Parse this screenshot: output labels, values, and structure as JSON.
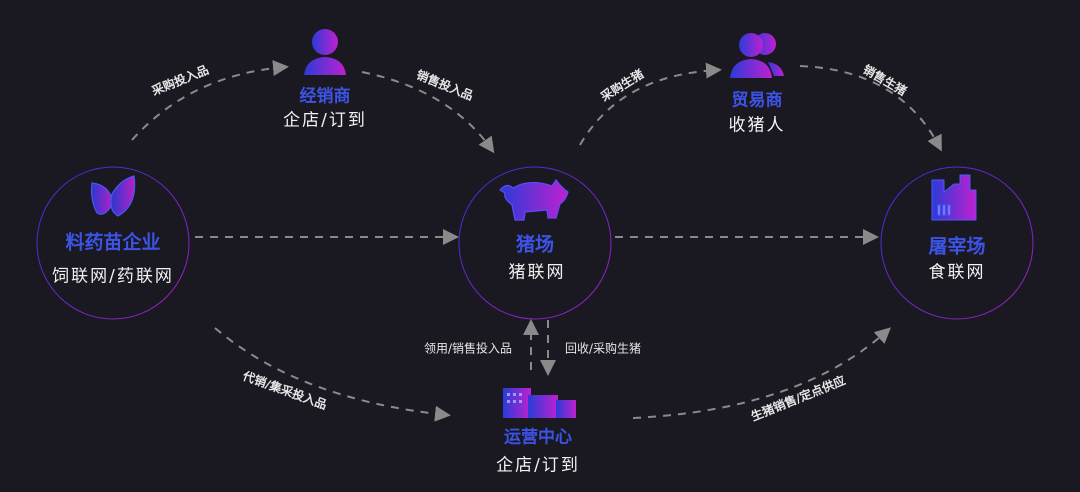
{
  "colors": {
    "background": "#1a1820",
    "title": "#3d53e6",
    "line": "#8a8a8a",
    "circle_start": "#3a2fd8",
    "circle_end": "#a020c0"
  },
  "nodes": {
    "feed": {
      "title": "料药苗企业",
      "subtitle": "饲联网/药联网",
      "icon": "leaf-icon"
    },
    "farm": {
      "title": "猪场",
      "subtitle": "猪联网",
      "icon": "pig-icon"
    },
    "slaughter": {
      "title": "屠宰场",
      "subtitle": "食联网",
      "icon": "factory-icon"
    },
    "dealer": {
      "title": "经销商",
      "subtitle": "企店/订到",
      "icon": "person-icon"
    },
    "trader": {
      "title": "贸易商",
      "subtitle": "收猪人",
      "icon": "people-icon"
    },
    "ops": {
      "title": "运营中心",
      "subtitle": "企店/订到",
      "icon": "buildings-icon"
    }
  },
  "edges": {
    "feed_to_dealer": "采购投入品",
    "dealer_to_farm": "销售投入品",
    "farm_to_trader": "采购生猪",
    "trader_to_slaughter": "销售生猪",
    "ops_to_farm": "领用/销售投入品",
    "farm_to_ops": "回收/采购生猪",
    "feed_to_ops": "代销/集采投入品",
    "ops_to_slaughter": "生猪销售/定点供应"
  }
}
